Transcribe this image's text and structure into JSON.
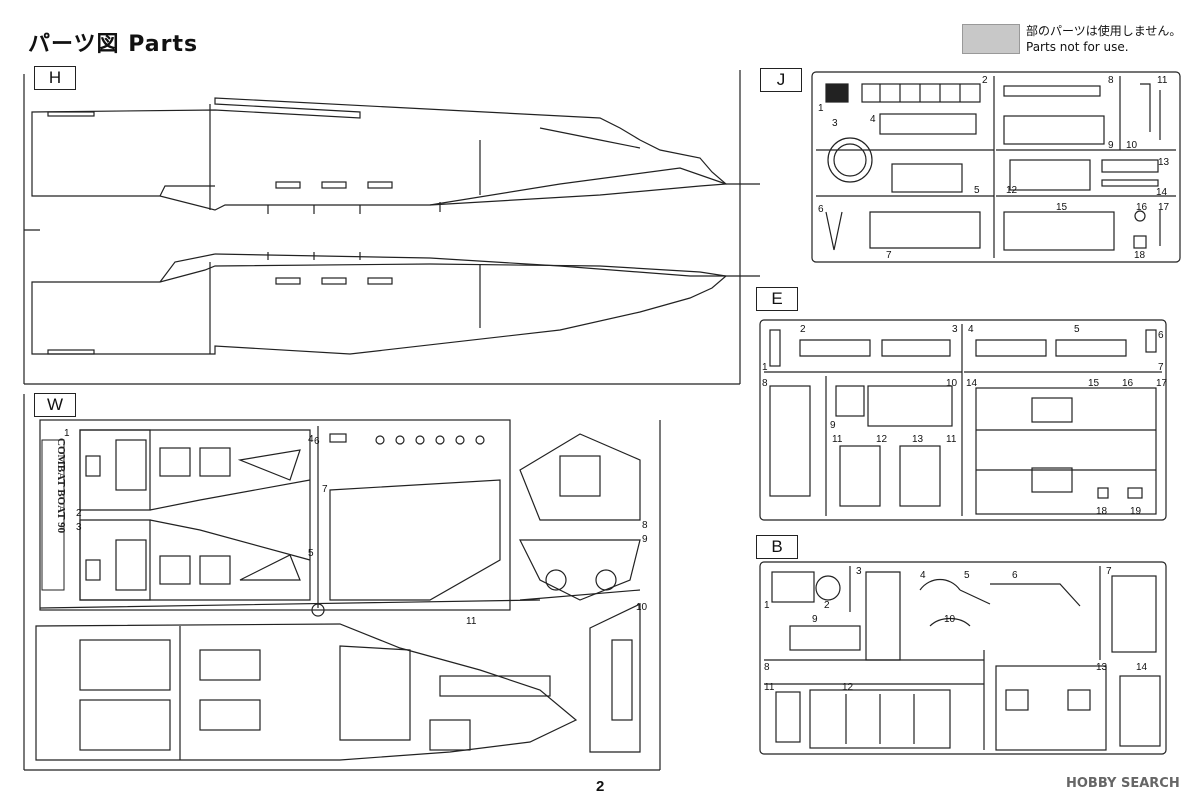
{
  "header": {
    "title": "パーツ図  Parts",
    "legend_line1": "部のパーツは使用しません。",
    "legend_line2": "Parts not for use.",
    "legend_swatch_color": "#c8c8c8"
  },
  "sections": {
    "H": "H",
    "W": "W",
    "J": "J",
    "E": "E",
    "B": "B"
  },
  "side_logo": "COMBAT BOAT 90",
  "footer": {
    "page_number": "2",
    "watermark": "HOBBY SEARCH"
  },
  "part_numbers": {
    "J": [
      "1",
      "2",
      "3",
      "4",
      "5",
      "6",
      "7",
      "8",
      "9",
      "10",
      "11",
      "12",
      "13",
      "14",
      "15",
      "16",
      "17",
      "18"
    ],
    "E": [
      "1",
      "2",
      "3",
      "4",
      "5",
      "6",
      "7",
      "8",
      "9",
      "10",
      "11",
      "12",
      "13",
      "11",
      "14",
      "15",
      "16",
      "17",
      "18",
      "19"
    ],
    "B": [
      "1",
      "2",
      "3",
      "4",
      "5",
      "6",
      "7",
      "8",
      "9",
      "10",
      "11",
      "12",
      "13",
      "14"
    ],
    "W": [
      "1",
      "2",
      "3",
      "4",
      "5",
      "6",
      "7",
      "8",
      "9",
      "10",
      "11"
    ]
  }
}
